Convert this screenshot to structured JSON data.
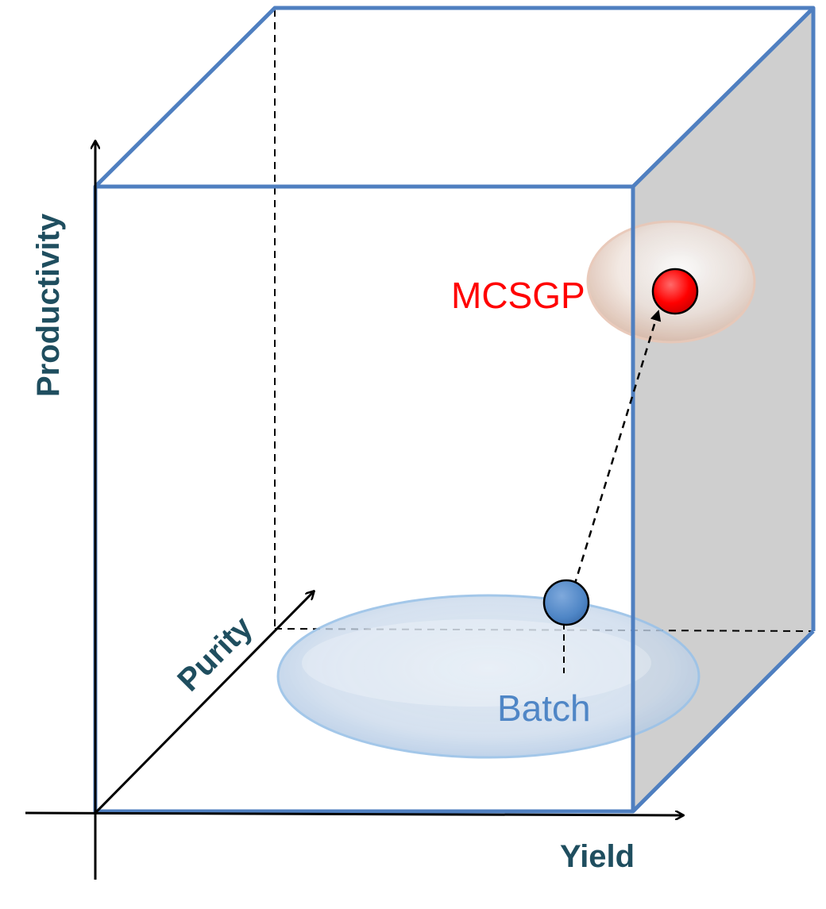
{
  "axes": {
    "x_label": "Yield",
    "y_label": "Productivity",
    "z_label": "Purity"
  },
  "points": {
    "mcsgp_label": "MCSGP",
    "batch_label": "Batch"
  },
  "colors": {
    "axis_label": "#1f4e5f",
    "cube_edge": "#4f7fc0",
    "side_face": "#cfcfcf",
    "mcsgp": "#ff0000",
    "batch": "#4f86c6",
    "batch_label": "#4f86c6"
  }
}
